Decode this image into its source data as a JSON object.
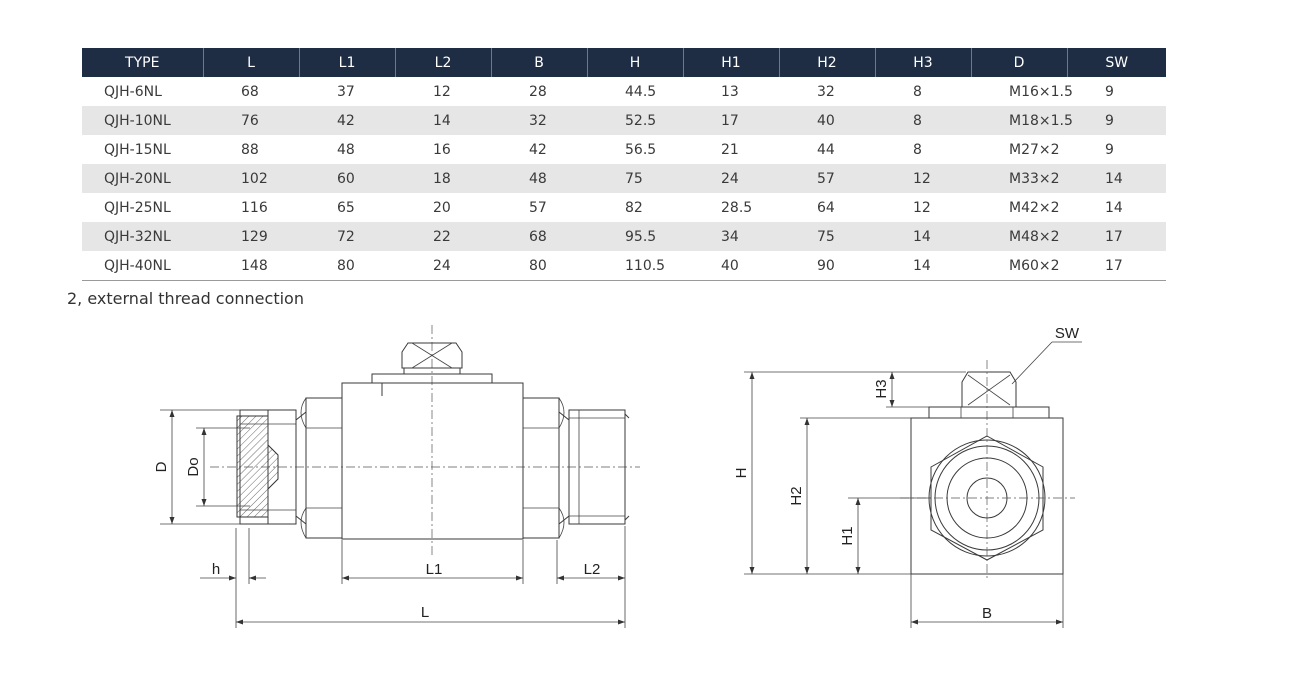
{
  "table": {
    "headers": [
      "TYPE",
      "L",
      "L1",
      "L2",
      "B",
      "H",
      "H1",
      "H2",
      "H3",
      "D",
      "SW"
    ],
    "rows": [
      [
        "QJH-6NL",
        "68",
        "37",
        "12",
        "28",
        "44.5",
        "13",
        "32",
        "8",
        "M16×1.5",
        "9"
      ],
      [
        "QJH-10NL",
        "76",
        "42",
        "14",
        "32",
        "52.5",
        "17",
        "40",
        "8",
        "M18×1.5",
        "9"
      ],
      [
        "QJH-15NL",
        "88",
        "48",
        "16",
        "42",
        "56.5",
        "21",
        "44",
        "8",
        "M27×2",
        "9"
      ],
      [
        "QJH-20NL",
        "102",
        "60",
        "18",
        "48",
        "75",
        "24",
        "57",
        "12",
        "M33×2",
        "14"
      ],
      [
        "QJH-25NL",
        "116",
        "65",
        "20",
        "57",
        "82",
        "28.5",
        "64",
        "12",
        "M42×2",
        "14"
      ],
      [
        "QJH-32NL",
        "129",
        "72",
        "22",
        "68",
        "95.5",
        "34",
        "75",
        "14",
        "M48×2",
        "17"
      ],
      [
        "QJH-40NL",
        "148",
        "80",
        "24",
        "80",
        "110.5",
        "40",
        "90",
        "14",
        "M60×2",
        "17"
      ]
    ]
  },
  "section_note": "2, external thread connection",
  "drawing_labels": {
    "D": "D",
    "Do": "Do",
    "h": "h",
    "L1": "L1",
    "L2": "L2",
    "L": "L",
    "SW": "SW",
    "H": "H",
    "H1": "H1",
    "H2": "H2",
    "H3": "H3",
    "B": "B"
  }
}
